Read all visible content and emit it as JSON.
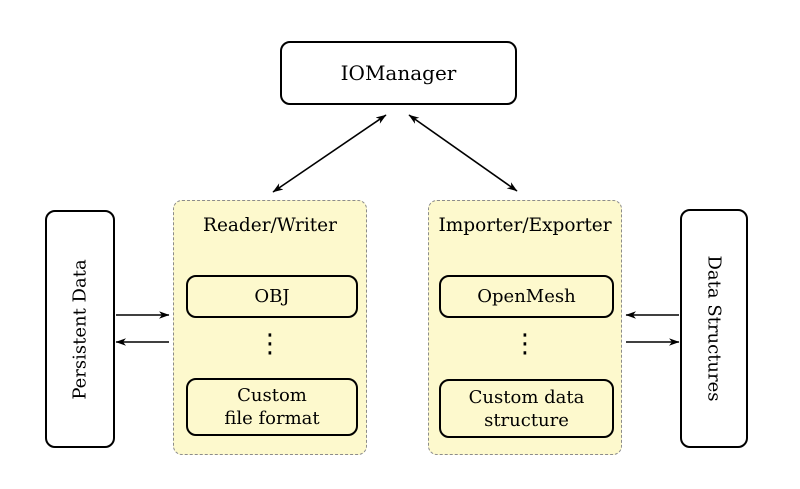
{
  "colors": {
    "background": "#ffffff",
    "group_fill": "#fdf9cd",
    "group_border": "#8c8c8c",
    "node_border": "#000000",
    "node_fill": "#ffffff",
    "arrow": "#000000"
  },
  "nodes": {
    "iomanager": "IOManager",
    "persistent_data": "Persistent Data",
    "data_structures": "Data Structures"
  },
  "reader_writer_group": {
    "title": "Reader/Writer",
    "top_item": "OBJ",
    "ellipsis": "⋮",
    "bottom_item": "Custom\nfile format"
  },
  "importer_exporter_group": {
    "title": "Importer/Exporter",
    "top_item": "OpenMesh",
    "ellipsis": "⋮",
    "bottom_item": "Custom data\nstructure"
  }
}
